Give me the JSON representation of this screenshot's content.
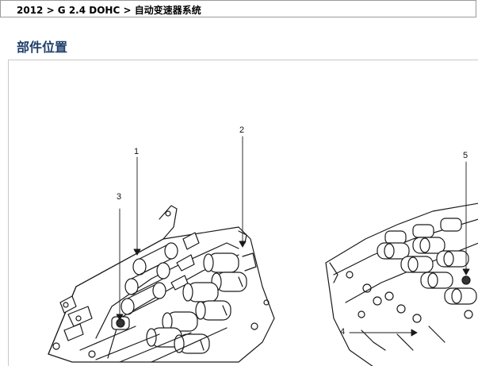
{
  "header": {
    "breadcrumb": "2012 > G 2.4 DOHC > 自动变速器系统"
  },
  "section": {
    "title": "部件位置"
  },
  "figure": {
    "callouts": [
      "1",
      "2",
      "3",
      "4",
      "5"
    ]
  }
}
